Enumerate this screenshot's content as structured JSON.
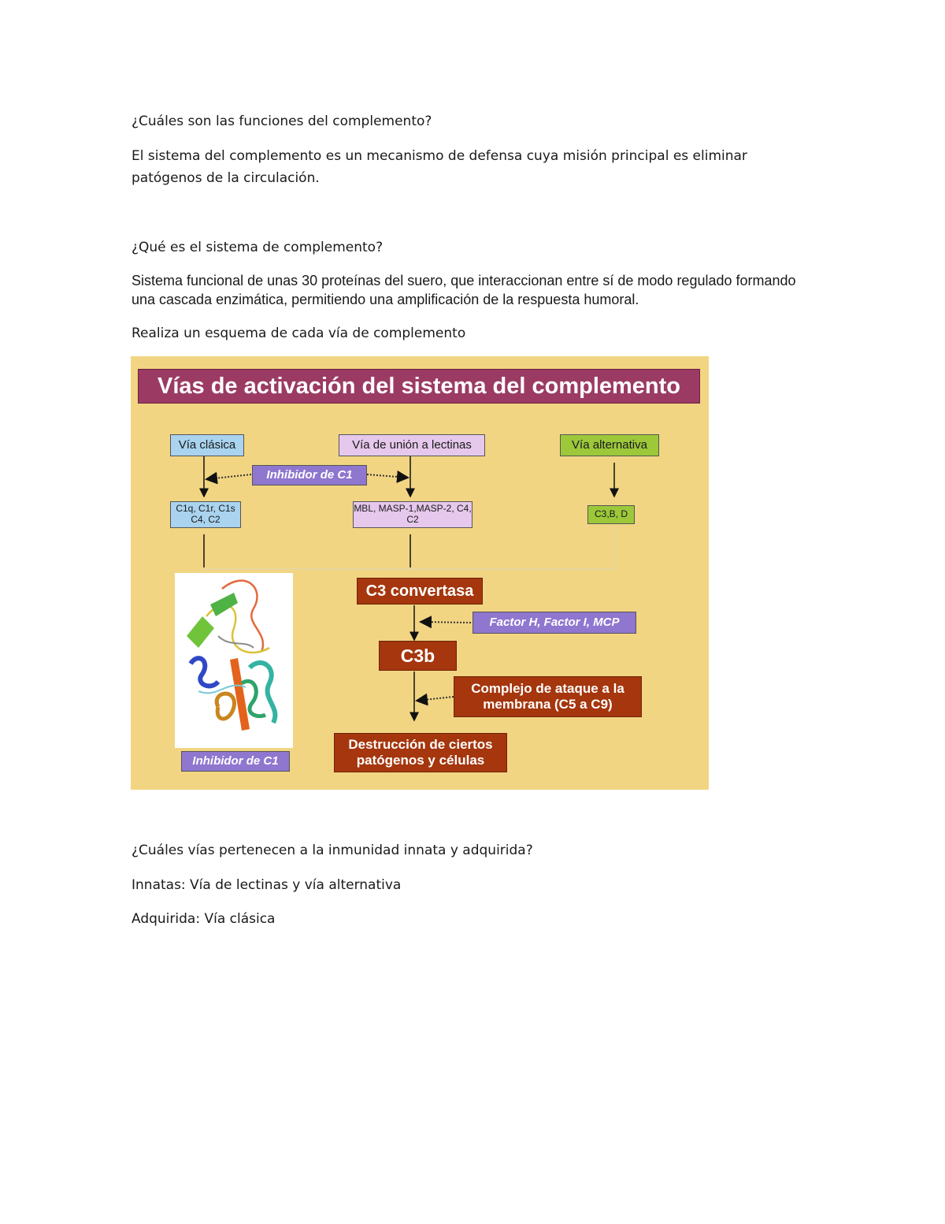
{
  "document": {
    "q1": "¿Cuáles son las funciones del complemento?",
    "a1": "El sistema del complemento es un mecanismo de defensa cuya misión principal es eliminar patógenos de la circulación.",
    "q2": "¿Qué es el sistema de complemento?",
    "a2": "Sistema funcional de unas 30 proteínas del suero, que interaccionan entre sí de modo regulado formando una cascada enzimática, permitiendo una amplificación de la respuesta humoral.",
    "q3": "Realiza un esquema de cada vía de complemento",
    "q4": "¿Cuáles vías pertenecen a la inmunidad innata y adquirida?",
    "a4_innate": "Innatas: Vía de lectinas y vía alternativa",
    "a4_acquired": "Adquirida: Vía clásica"
  },
  "diagram": {
    "title": "Vías de activación del sistema del complemento",
    "classical": "Vía clásica",
    "lectin": "Vía de unión a lectinas",
    "alternative": "Vía alternativa",
    "inhibitor_top": "Inhibidor de C1",
    "classical_components": "C1q, C1r, C1s C4, C2",
    "lectin_components": "MBL, MASP-1,MASP-2, C4, C2",
    "alternative_components": "C3,B, D",
    "c3_convertase": "C3 convertasa",
    "regulators": "Factor H, Factor I, MCP",
    "c3b": "C3b",
    "mac": "Complejo de ataque a la membrana (C5 a C9)",
    "destruction": "Destrucción de ciertos patógenos y células",
    "inhibitor_caption": "Inhibidor de C1",
    "colors": {
      "background": "#f2d583",
      "title": "#9b3b63",
      "classical": "#a9d3ef",
      "lectin": "#e6c8ec",
      "alternative": "#9cc83a",
      "inhibitor": "#8f76cf",
      "cascade": "#a5360d"
    }
  }
}
